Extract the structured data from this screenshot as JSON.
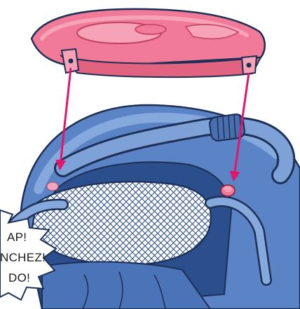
{
  "callout": {
    "lines": [
      "AP!",
      "NCHEZ!",
      "DO!"
    ]
  },
  "colors": {
    "tray_fill": "#f07a98",
    "tray_light": "#f6a3b8",
    "tray_dark": "#c4425f",
    "arrow": "#e4156b",
    "frame_blue": "#5b84c6",
    "frame_light": "#86a9dd",
    "frame_dark": "#2a4f8c",
    "mesh": "#2e4f86",
    "outline": "#1e2f55",
    "dot_pink": "#f2a7bd"
  },
  "icons": {
    "tray": "accessory-tray-icon",
    "frame": "stroller-frame-icon",
    "arrow": "down-arrow-icon"
  }
}
